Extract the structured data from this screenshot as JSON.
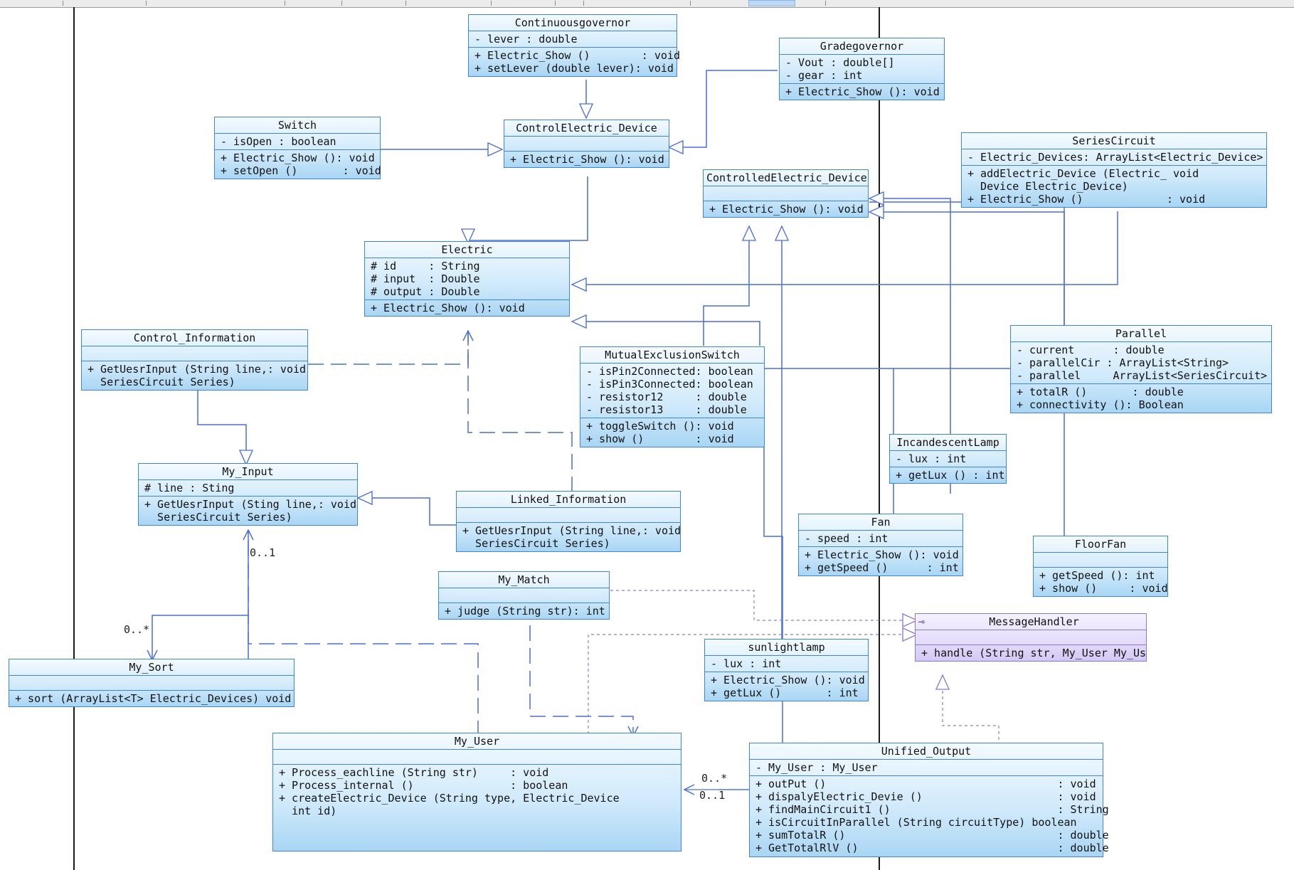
{
  "classes": {
    "continuousgovernor": {
      "title": "Continuousgovernor",
      "attrs": [
        "- lever : double"
      ],
      "ops": [
        "+ Electric_Show ()        : void",
        "+ setLever (double lever): void"
      ]
    },
    "gradegovernor": {
      "title": "Gradegovernor",
      "attrs": [
        "- Vout : double[]",
        "- gear : int"
      ],
      "ops": [
        "+ Electric_Show (): void"
      ]
    },
    "switch": {
      "title": "Switch",
      "attrs": [
        "- isOpen : boolean"
      ],
      "ops": [
        "+ Electric_Show (): void",
        "+ setOpen ()       : void"
      ]
    },
    "controlelectric": {
      "title": "ControlElectric_Device",
      "attrs": [],
      "ops": [
        "+ Electric_Show (): void"
      ]
    },
    "controlledelectric": {
      "title": "ControlledElectric_Device",
      "attrs": [],
      "ops": [
        "+ Electric_Show (): void"
      ]
    },
    "seriescircuit": {
      "title": "SeriesCircuit",
      "attrs": [
        "- Electric_Devices: ArrayList<Electric_Device>"
      ],
      "ops": [
        "+ addElectric_Device (Electric_ void",
        "  Device Electric_Device)",
        "+ Electric_Show ()             : void"
      ]
    },
    "electric": {
      "title": "Electric",
      "attrs": [
        "# id     : String",
        "# input  : Double",
        "# output : Double"
      ],
      "ops": [
        "+ Electric_Show (): void"
      ]
    },
    "control_information": {
      "title": "Control_Information",
      "attrs": [],
      "ops": [
        "+ GetUesrInput (String line,: void",
        "  SeriesCircuit Series)"
      ]
    },
    "mutual": {
      "title": "MutualExclusionSwitch",
      "attrs": [
        "- isPin2Connected: boolean",
        "- isPin3Connected: boolean",
        "- resistor12     : double",
        "- resistor13     : double"
      ],
      "ops": [
        "+ toggleSwitch (): void",
        "+ show ()        : void"
      ]
    },
    "parallel": {
      "title": "Parallel",
      "attrs": [
        "- current      : double",
        "- parallelCir : ArrayList<String>",
        "- parallel     ArrayList<SeriesCircuit>"
      ],
      "ops": [
        "+ totalR ()       : double",
        "+ connectivity (): Boolean"
      ]
    },
    "incandescent": {
      "title": "IncandescentLamp",
      "attrs": [
        "- lux : int"
      ],
      "ops": [
        "+ getLux () : int"
      ]
    },
    "my_input": {
      "title": "My_Input",
      "attrs": [
        "# line : Sting"
      ],
      "ops": [
        "+ GetUesrInput (Sting line,: void",
        "  SeriesCircuit Series)"
      ]
    },
    "linked": {
      "title": "Linked_Information",
      "attrs": [],
      "ops": [
        "+ GetUesrInput (String line,: void",
        "  SeriesCircuit Series)"
      ]
    },
    "fan": {
      "title": "Fan",
      "attrs": [
        "- speed : int"
      ],
      "ops": [
        "+ Electric_Show (): void",
        "+ getSpeed ()      : int"
      ]
    },
    "floorfan": {
      "title": "FloorFan",
      "attrs": [],
      "ops": [
        "+ getSpeed (): int",
        "+ show ()     : void"
      ]
    },
    "my_match": {
      "title": "My_Match",
      "attrs": [],
      "ops": [
        "+ judge (String str): int"
      ]
    },
    "messagehandler": {
      "title": "MessageHandler",
      "attrs": [],
      "ops": [
        "+ handle (String str, My_User My_Us"
      ]
    },
    "sunlightlamp": {
      "title": "sunlightlamp",
      "attrs": [
        "- lux : int"
      ],
      "ops": [
        "+ Electric_Show (): void",
        "+ getLux ()       : int"
      ]
    },
    "my_sort": {
      "title": "My_Sort",
      "attrs": [],
      "ops": [
        "+ sort (ArrayList<T> Electric_Devices) void"
      ]
    },
    "my_user": {
      "title": "My_User",
      "attrs": [],
      "ops": [
        "+ Process_eachline (String str)     : void",
        "+ Process_internal ()               : boolean",
        "+ createElectric_Device (String type, Electric_Device",
        "  int id)"
      ]
    },
    "unified": {
      "title": "Unified_Output",
      "attrs": [
        "- My_User : My_User"
      ],
      "ops": [
        "+ outPut ()                                    : void",
        "+ dispalyElectric_Devie ()                     : void",
        "+ findMainCircuit1 ()                          : String",
        "+ isCircuitInParallel (String circuitType) boolean",
        "+ sumTotalR ()                                 : double",
        "+ GetTotalRlV ()                               : double"
      ]
    }
  },
  "multiplicities": {
    "m01_input": "0..1",
    "m0star_sort": "0..*",
    "m0star_user": "0..*",
    "m01_user": "0..1"
  },
  "colors": {
    "assoc": "#4c6fd8",
    "border": "#3f86d6",
    "iface": "#8c7ad0"
  }
}
